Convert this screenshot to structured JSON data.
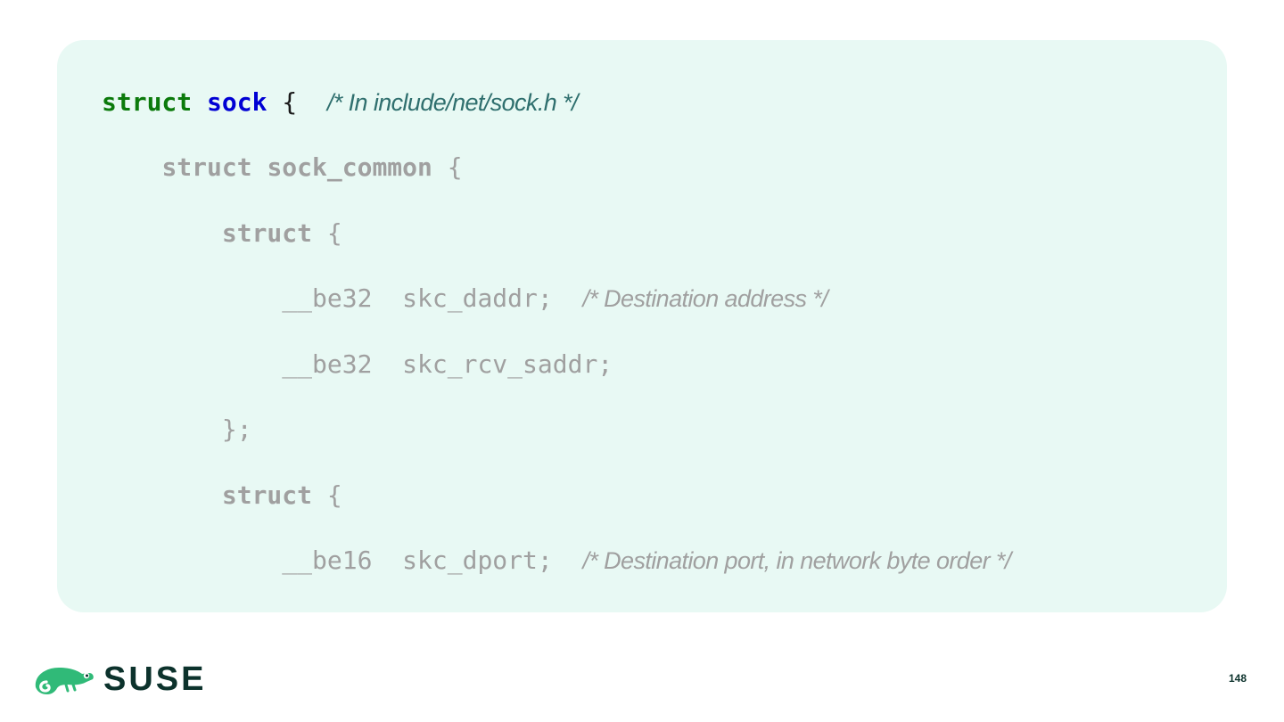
{
  "code": {
    "line1": {
      "kw1": "struct",
      "kw2": "sock",
      "brace": "{",
      "comment": "/* In include/net/sock.h */"
    },
    "line2": {
      "kw": "struct sock_common",
      "brace": "{"
    },
    "line3": {
      "kw": "struct",
      "brace": "{"
    },
    "line4": {
      "code": "__be32  skc_daddr;",
      "comment": "/* Destination address */"
    },
    "line5": {
      "code": "__be32  skc_rcv_saddr;"
    },
    "line6": {
      "code": "};"
    },
    "line7": {
      "kw": "struct",
      "brace": "{"
    },
    "line8": {
      "code": "__be16  skc_dport;",
      "comment": "/* Destination port, in network byte order */"
    }
  },
  "footer": {
    "logo_text": "SUSE",
    "page_number": "148"
  },
  "colors": {
    "code_background": "#e8f9f4",
    "keyword_green": "#0b7a0b",
    "keyword_blue": "#0000d4",
    "comment_teal": "#2f6f6e",
    "dimmed_gray": "#a0a0a0",
    "brand_green": "#30ba78",
    "brand_dark": "#0c322c"
  },
  "icons": {
    "logo": "suse-chameleon-icon"
  }
}
